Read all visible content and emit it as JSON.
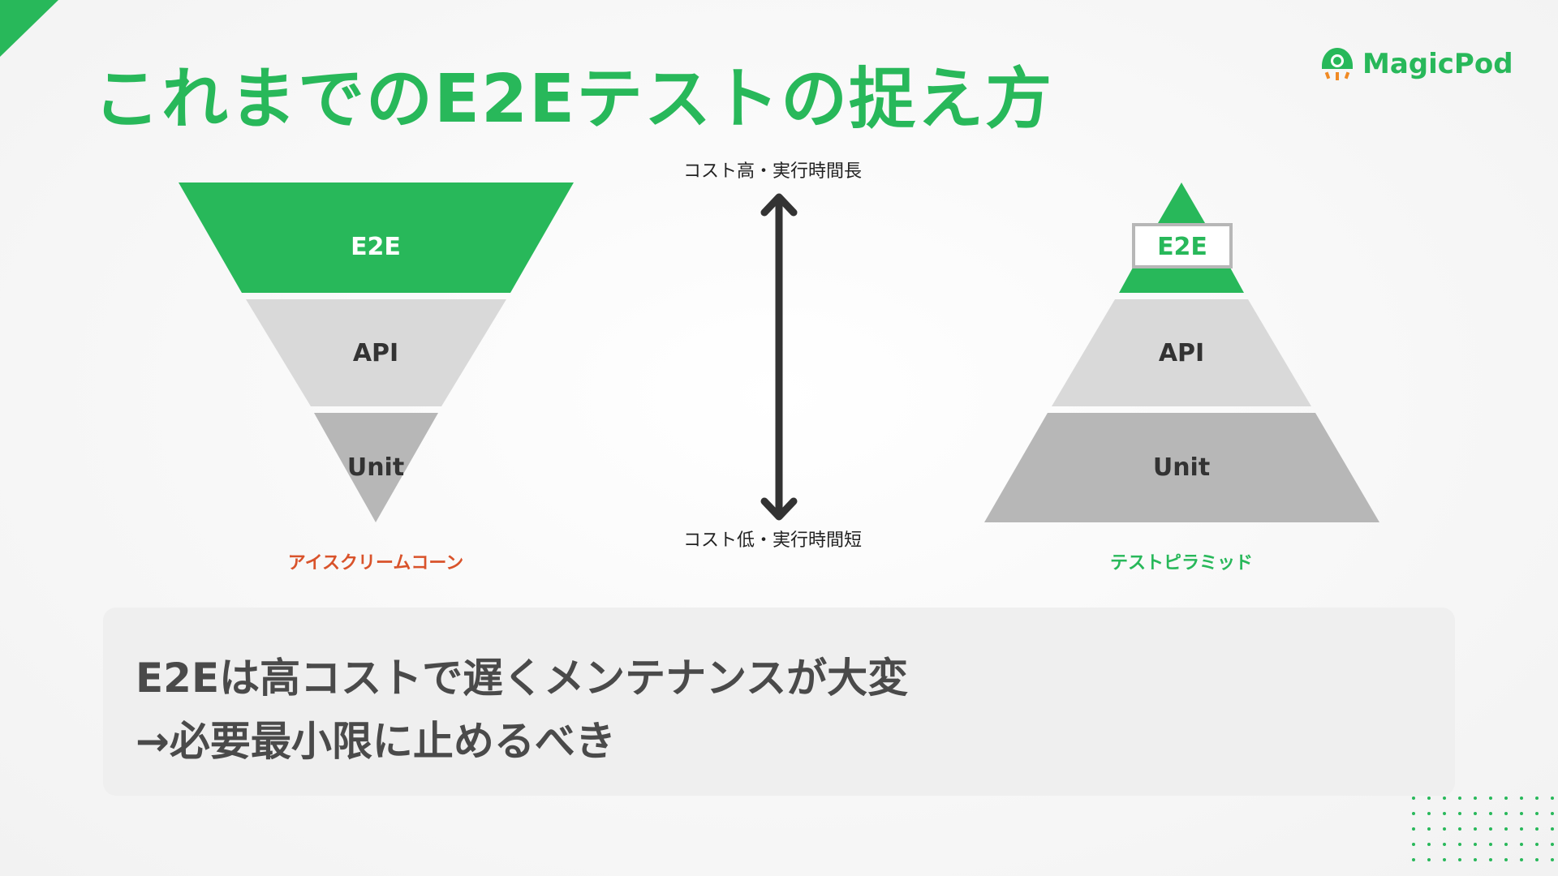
{
  "title": "これまでのE2Eテストの捉え方",
  "logo": {
    "text": "MagicPod",
    "icon": "rocket-icon"
  },
  "colors": {
    "accent": "#28b85a",
    "ice_label": "#d9532b",
    "light_gray": "#d9d9d9",
    "mid_gray": "#b7b7b7",
    "text_dark": "#4a4a4a"
  },
  "ice_cream_cone": {
    "label": "アイスクリームコーン",
    "layers": {
      "top": "E2E",
      "middle": "API",
      "bottom": "Unit"
    }
  },
  "arrow": {
    "top_text": "コスト高・実行時間長",
    "bottom_text": "コスト低・実行時間短"
  },
  "test_pyramid": {
    "label": "テストピラミッド",
    "layers": {
      "top": "E2E",
      "middle": "API",
      "bottom": "Unit"
    }
  },
  "summary": {
    "line1": "E2Eは高コストで遅くメンテナンスが大変",
    "line2": "→必要最小限に止めるべき"
  }
}
